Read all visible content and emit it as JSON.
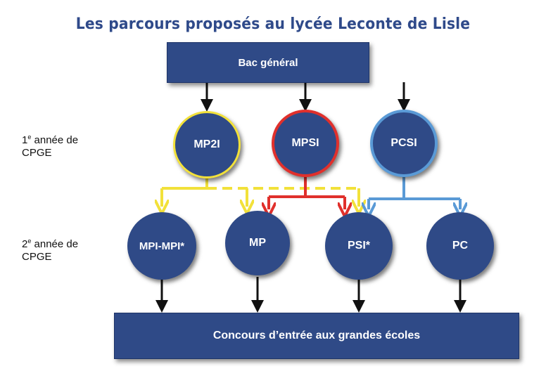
{
  "title": "Les parcours proposés au lycée Leconte de Lisle",
  "top_box": "Bac général",
  "bottom_box": "Concours d’entrée aux grandes écoles",
  "year1": {
    "line1_num": "1",
    "line1_sup": "e",
    "line1_rest": " année de",
    "line2": "CPGE",
    "nodes": [
      {
        "label": "MP2I",
        "border": "#f2e13a"
      },
      {
        "label": "MPSI",
        "border": "#e0302c"
      },
      {
        "label": "PCSI",
        "border": "#5a9ad6"
      }
    ]
  },
  "year2": {
    "line1_num": "2",
    "line1_sup": "e",
    "line1_rest": " année de",
    "line2": "CPGE",
    "nodes": [
      {
        "label": "MPI-MPI*"
      },
      {
        "label": "MP"
      },
      {
        "label": "PSI*"
      },
      {
        "label": "PC"
      }
    ]
  },
  "colors": {
    "navy": "#2f4a87",
    "yellow": "#f2e13a",
    "red": "#e0302c",
    "blue": "#5a9ad6"
  }
}
